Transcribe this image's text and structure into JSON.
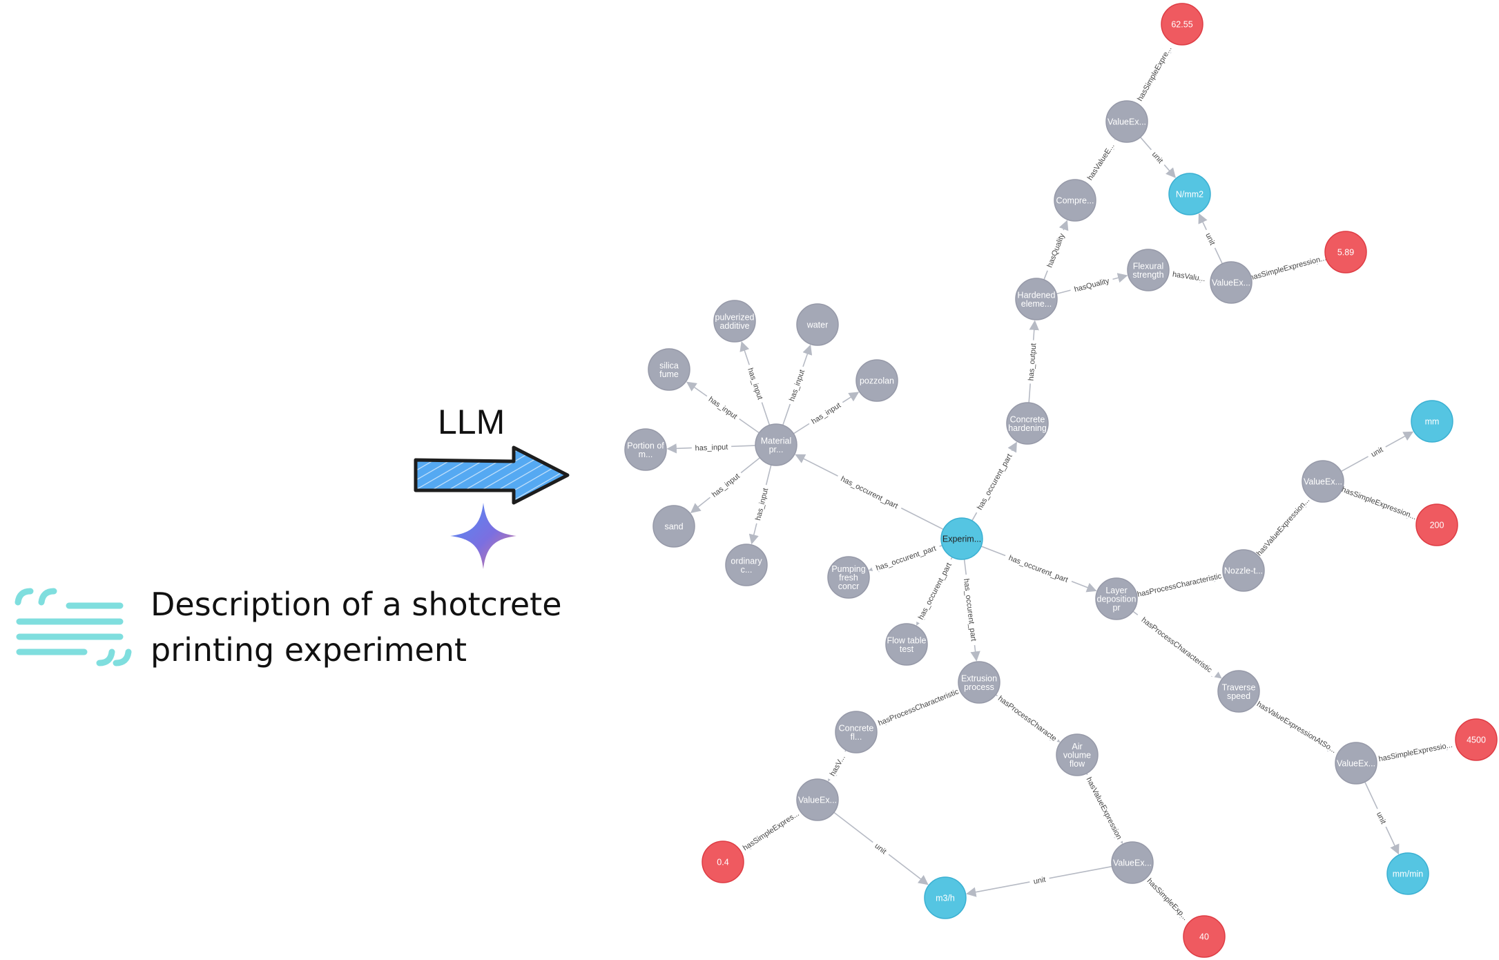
{
  "llm_label": "LLM",
  "description": {
    "line1": "Description of a shotcrete",
    "line2": "printing experiment"
  },
  "colors": {
    "entity": "#a4a8b6",
    "unit": "#55c5e2",
    "value": "#ef5a60",
    "edge": "#b6bac4",
    "arrow_fill": "#55a9f2",
    "arrow_stroke": "#1d1d1d",
    "quote_icon": "#7fdede"
  },
  "icons": [
    "arrow-right-icon",
    "sparkle-icon",
    "quote-icon"
  ],
  "nodes": [
    {
      "id": "experiment",
      "kind": "unit",
      "lines": [
        "Experim..."
      ]
    },
    {
      "id": "material",
      "kind": "entity",
      "lines": [
        "Material",
        "pr..."
      ]
    },
    {
      "id": "pulverized",
      "kind": "entity",
      "lines": [
        "pulverized",
        "additive"
      ]
    },
    {
      "id": "water",
      "kind": "entity",
      "lines": [
        "water"
      ]
    },
    {
      "id": "silica",
      "kind": "entity",
      "lines": [
        "silica",
        "fume"
      ]
    },
    {
      "id": "pozzolan",
      "kind": "entity",
      "lines": [
        "pozzolan"
      ]
    },
    {
      "id": "portion",
      "kind": "entity",
      "lines": [
        "Portion of",
        "m..."
      ]
    },
    {
      "id": "sand",
      "kind": "entity",
      "lines": [
        "sand"
      ]
    },
    {
      "id": "ordinary",
      "kind": "entity",
      "lines": [
        "ordinary",
        "c..."
      ]
    },
    {
      "id": "pumping",
      "kind": "entity",
      "lines": [
        "Pumping",
        "fresh",
        "concr"
      ]
    },
    {
      "id": "flowtable",
      "kind": "entity",
      "lines": [
        "Flow table",
        "test"
      ]
    },
    {
      "id": "extrusion",
      "kind": "entity",
      "lines": [
        "Extrusion",
        "process"
      ]
    },
    {
      "id": "concretefl",
      "kind": "entity",
      "lines": [
        "Concrete",
        "fl..."
      ]
    },
    {
      "id": "airvol",
      "kind": "entity",
      "lines": [
        "Air",
        "volume",
        "flow"
      ]
    },
    {
      "id": "valueex_cf",
      "kind": "entity",
      "lines": [
        "ValueEx..."
      ]
    },
    {
      "id": "valueex_air",
      "kind": "entity",
      "lines": [
        "ValueEx..."
      ]
    },
    {
      "id": "v04",
      "kind": "value",
      "lines": [
        "0.4"
      ]
    },
    {
      "id": "m3h",
      "kind": "unit",
      "lines": [
        "m3/h"
      ]
    },
    {
      "id": "v40",
      "kind": "value",
      "lines": [
        "40"
      ]
    },
    {
      "id": "concretehard",
      "kind": "entity",
      "lines": [
        "Concrete",
        "hardening"
      ]
    },
    {
      "id": "hardened",
      "kind": "entity",
      "lines": [
        "Hardened",
        "eleme..."
      ]
    },
    {
      "id": "compre",
      "kind": "entity",
      "lines": [
        "Compre..."
      ]
    },
    {
      "id": "valueex_c",
      "kind": "entity",
      "lines": [
        "ValueEx..."
      ]
    },
    {
      "id": "v6255",
      "kind": "value",
      "lines": [
        "62.55"
      ]
    },
    {
      "id": "nmm2",
      "kind": "unit",
      "lines": [
        "N/mm2"
      ]
    },
    {
      "id": "flexural",
      "kind": "entity",
      "lines": [
        "Flexural",
        "strength"
      ]
    },
    {
      "id": "valueex_f",
      "kind": "entity",
      "lines": [
        "ValueEx..."
      ]
    },
    {
      "id": "v589",
      "kind": "value",
      "lines": [
        "5.89"
      ]
    },
    {
      "id": "layer",
      "kind": "entity",
      "lines": [
        "Layer",
        "deposition",
        "pr"
      ]
    },
    {
      "id": "nozzle",
      "kind": "entity",
      "lines": [
        "Nozzle-t..."
      ]
    },
    {
      "id": "valueex_n",
      "kind": "entity",
      "lines": [
        "ValueEx..."
      ]
    },
    {
      "id": "mm",
      "kind": "unit",
      "lines": [
        "mm"
      ]
    },
    {
      "id": "v200",
      "kind": "value",
      "lines": [
        "200"
      ]
    },
    {
      "id": "traverse",
      "kind": "entity",
      "lines": [
        "Traverse",
        "speed"
      ]
    },
    {
      "id": "valueex_t",
      "kind": "entity",
      "lines": [
        "ValueEx..."
      ]
    },
    {
      "id": "v4500",
      "kind": "value",
      "lines": [
        "4500"
      ]
    },
    {
      "id": "mmmin",
      "kind": "unit",
      "lines": [
        "mm/min"
      ]
    }
  ],
  "edges": [
    {
      "from": "experiment",
      "to": "material",
      "label": "has_occurent_part"
    },
    {
      "from": "material",
      "to": "pulverized",
      "label": "has_input"
    },
    {
      "from": "material",
      "to": "water",
      "label": "has_input"
    },
    {
      "from": "material",
      "to": "silica",
      "label": "has_input"
    },
    {
      "from": "material",
      "to": "pozzolan",
      "label": "has_input"
    },
    {
      "from": "material",
      "to": "portion",
      "label": "has_input"
    },
    {
      "from": "material",
      "to": "sand",
      "label": "has_input"
    },
    {
      "from": "material",
      "to": "ordinary",
      "label": "has_input"
    },
    {
      "from": "experiment",
      "to": "pumping",
      "label": "has_occurent_part"
    },
    {
      "from": "experiment",
      "to": "flowtable",
      "label": "has_occurent_part"
    },
    {
      "from": "experiment",
      "to": "extrusion",
      "label": "has_occurent_part"
    },
    {
      "from": "experiment",
      "to": "concretehard",
      "label": "has_occurent_part"
    },
    {
      "from": "experiment",
      "to": "layer",
      "label": "has_occurent_part"
    },
    {
      "from": "extrusion",
      "to": "concretefl",
      "label": "hasProcessCharacteristic"
    },
    {
      "from": "extrusion",
      "to": "airvol",
      "label": "hasProcessCharacte"
    },
    {
      "from": "concretefl",
      "to": "valueex_cf",
      "label": "hasV..."
    },
    {
      "from": "valueex_cf",
      "to": "v04",
      "label": "hasSimpleExpres..."
    },
    {
      "from": "valueex_cf",
      "to": "m3h",
      "label": "unit"
    },
    {
      "from": "airvol",
      "to": "valueex_air",
      "label": "hasValueExpression"
    },
    {
      "from": "valueex_air",
      "to": "m3h",
      "label": "unit"
    },
    {
      "from": "valueex_air",
      "to": "v40",
      "label": "hasSimpleExp..."
    },
    {
      "from": "concretehard",
      "to": "hardened",
      "label": "has_output"
    },
    {
      "from": "hardened",
      "to": "compre",
      "label": "hasQuality"
    },
    {
      "from": "hardened",
      "to": "flexural",
      "label": "hasQuality"
    },
    {
      "from": "compre",
      "to": "valueex_c",
      "label": "hasValueE..."
    },
    {
      "from": "valueex_c",
      "to": "v6255",
      "label": "hasSimpleExpre..."
    },
    {
      "from": "valueex_c",
      "to": "nmm2",
      "label": "unit"
    },
    {
      "from": "flexural",
      "to": "valueex_f",
      "label": "hasValu..."
    },
    {
      "from": "valueex_f",
      "to": "nmm2",
      "label": "unit"
    },
    {
      "from": "valueex_f",
      "to": "v589",
      "label": "hasSimpleExpression..."
    },
    {
      "from": "layer",
      "to": "nozzle",
      "label": "hasProcessCharacteristic"
    },
    {
      "from": "layer",
      "to": "traverse",
      "label": "hasProcessCharacteristic"
    },
    {
      "from": "nozzle",
      "to": "valueex_n",
      "label": "hasValueExpression..."
    },
    {
      "from": "valueex_n",
      "to": "mm",
      "label": "unit"
    },
    {
      "from": "valueex_n",
      "to": "v200",
      "label": "hasSimpleExpression..."
    },
    {
      "from": "traverse",
      "to": "valueex_t",
      "label": "hasValueExpressionAtSo..."
    },
    {
      "from": "valueex_t",
      "to": "v4500",
      "label": "hasSimpleExpressio..."
    },
    {
      "from": "valueex_t",
      "to": "mmmin",
      "label": "unit"
    }
  ]
}
